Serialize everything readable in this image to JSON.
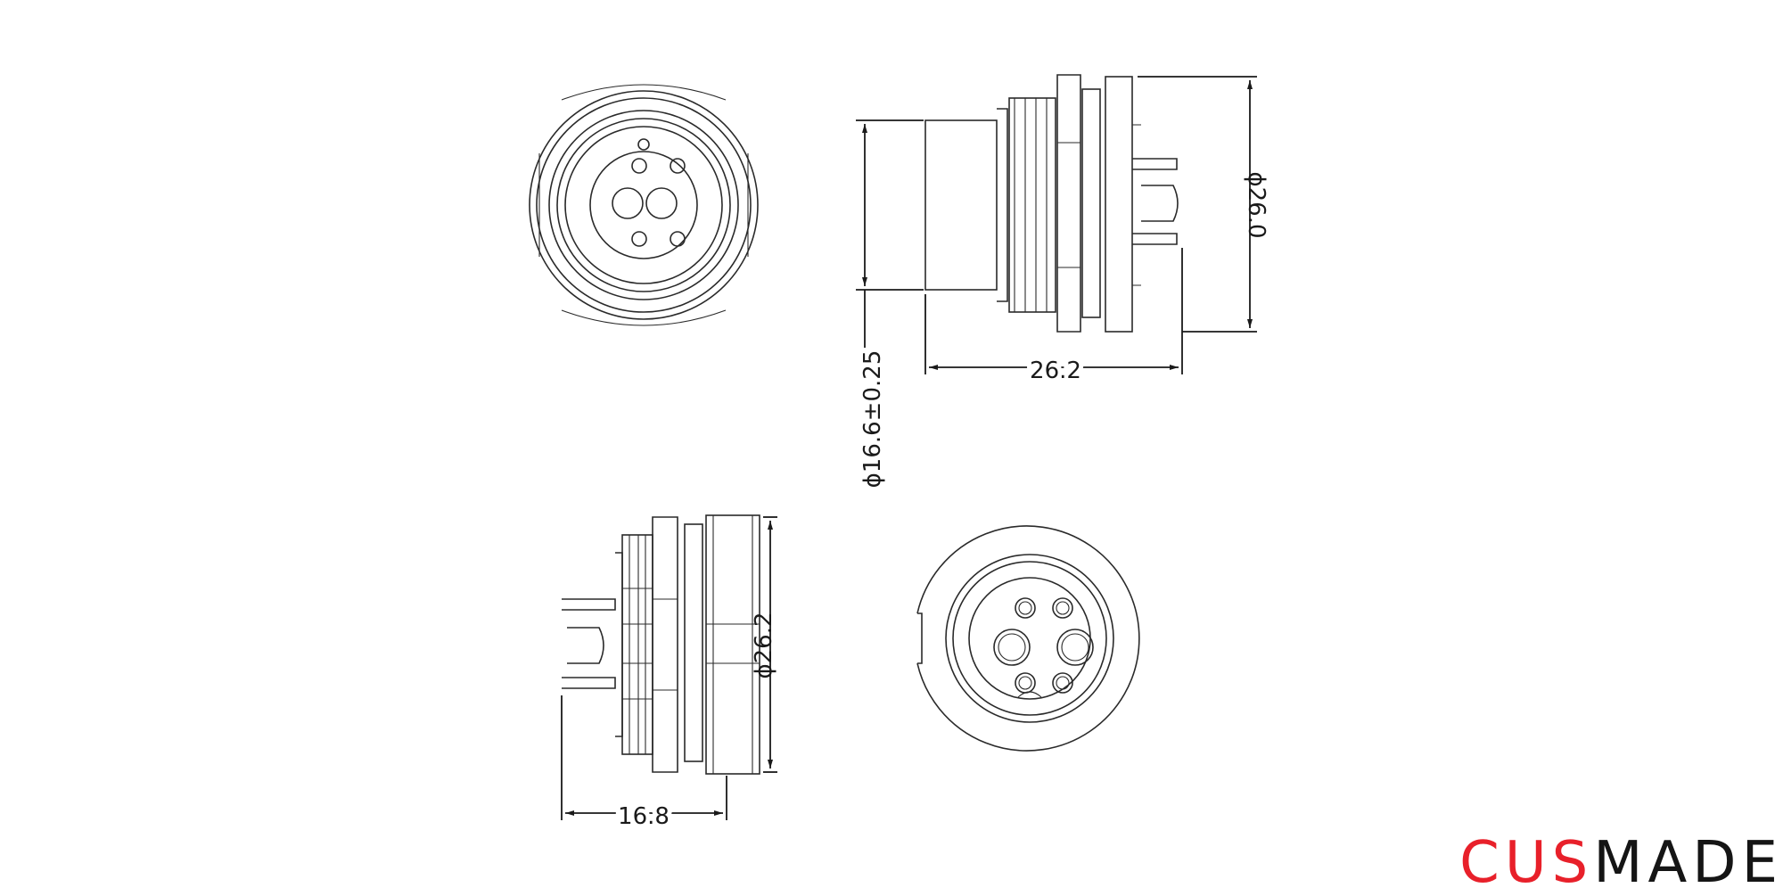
{
  "dimensions": {
    "side_diameter_large": "ϕ26.0",
    "side_length": "26.2",
    "body_diameter": "ϕ16.6±0.25",
    "rear_diameter": "ϕ26.2",
    "rear_length": "16.8"
  },
  "logo": {
    "part_red": "CUS",
    "part_black": "MADE",
    "color_red": "#e8202a",
    "color_black": "#151515"
  }
}
